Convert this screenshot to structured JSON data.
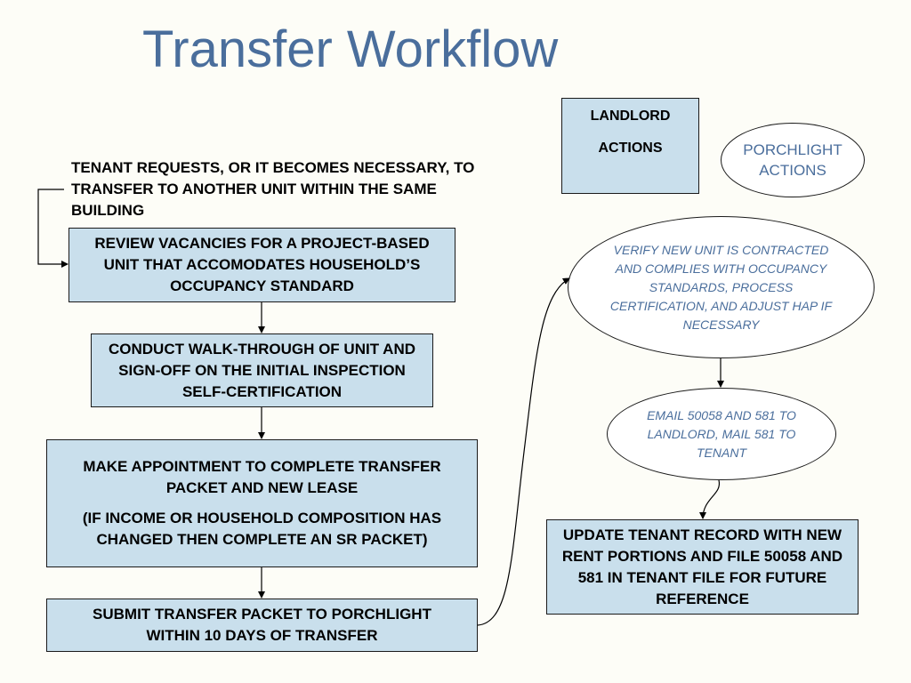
{
  "title": "Transfer Workflow",
  "legend": {
    "landlord_line1": "LANDLORD",
    "landlord_line2": "ACTIONS",
    "porchlight": "PORCHLIGHT ACTIONS"
  },
  "start_label": "TENANT REQUESTS, OR IT BECOMES NECESSARY, TO TRANSFER TO ANOTHER UNIT WITHIN THE SAME BUILDING",
  "landlord_steps": {
    "review": "REVIEW VACANCIES FOR A PROJECT-BASED UNIT THAT ACCOMODATES HOUSEHOLD’S OCCUPANCY STANDARD",
    "walkthrough": "CONDUCT WALK-THROUGH OF UNIT AND SIGN-OFF ON THE INITIAL INSPECTION SELF-CERTIFICATION",
    "appointment_main": "MAKE APPOINTMENT TO COMPLETE TRANSFER PACKET AND NEW LEASE",
    "appointment_note": "(IF INCOME OR HOUSEHOLD COMPOSITION HAS CHANGED THEN COMPLETE AN SR PACKET)",
    "submit": "SUBMIT TRANSFER PACKET TO PORCHLIGHT WITHIN 10 DAYS OF TRANSFER",
    "update": "UPDATE TENANT RECORD WITH NEW RENT PORTIONS AND FILE 50058 AND 581 IN TENANT FILE FOR FUTURE REFERENCE"
  },
  "porchlight_steps": {
    "verify": "VERIFY NEW UNIT IS CONTRACTED AND COMPLIES WITH OCCUPANCY STANDARDS, PROCESS CERTIFICATION, AND ADJUST HAP IF NECESSARY",
    "email": "EMAIL 50058 AND 581 TO LANDLORD, MAIL 581 TO TENANT"
  },
  "colors": {
    "box_fill": "#c9dfec",
    "accent_text": "#4a6e9c",
    "background": "#fdfdf7"
  }
}
